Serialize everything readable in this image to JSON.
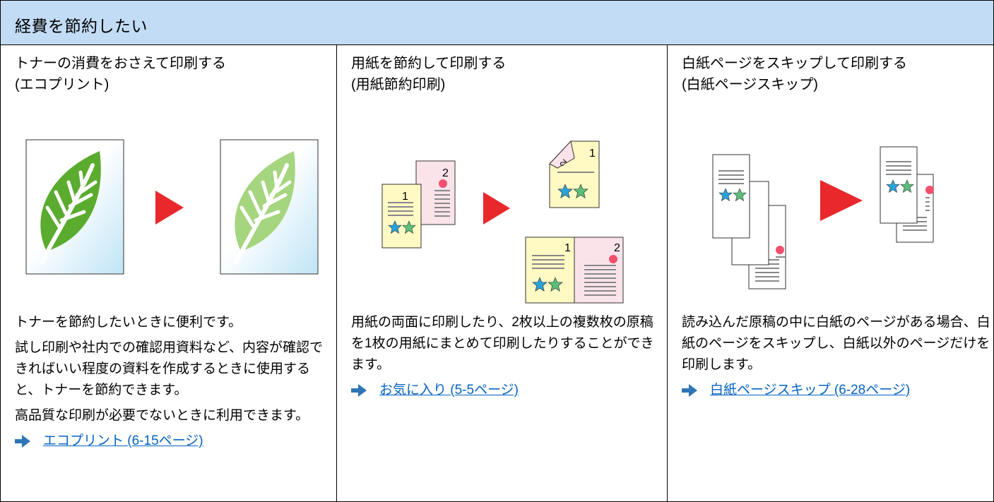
{
  "header": {
    "title": "経費を節約したい"
  },
  "columns": [
    {
      "title_line1": "トナーの消費をおさえて印刷する",
      "title_line2": "(エコプリント)",
      "paragraphs": [
        "トナーを節約したいときに便利です。",
        "試し印刷や社内での確認用資料など、内容が確認できればいい程度の資料を作成するときに使用すると、トナーを節約できます。",
        "高品質な印刷が必要でないときに利用できます。"
      ],
      "link": "エコプリント (6-15ページ)"
    },
    {
      "title_line1": "用紙を節約して印刷する",
      "title_line2": "(用紙節約印刷)",
      "paragraphs": [
        "用紙の両面に印刷したり、2枚以上の複数枚の原稿を1枚の用紙にまとめて印刷したりすることができます。"
      ],
      "link": "お気に入り (5-5ページ)",
      "page_labels": {
        "one": "1",
        "two": "2"
      }
    },
    {
      "title_line1": "白紙ページをスキップして印刷する",
      "title_line2": "(白紙ページスキップ)",
      "paragraphs": [
        "読み込んだ原稿の中に白紙のページがある場合、白紙のページをスキップし、白紙以外のページだけを印刷します。"
      ],
      "link": "白紙ページスキップ (6-28ページ)"
    }
  ],
  "colors": {
    "header_bg": "#c3dcf5",
    "arrow_red": "#e8282b",
    "link_blue": "#0563c1",
    "leaf_dark": "#5aab2e",
    "leaf_light": "#a6d57f",
    "paper_yellow": "#fff9c4",
    "paper_pink": "#fbe3ea",
    "dot_pink": "#f0506e",
    "star_blue": "#29a3d8",
    "star_green": "#5bbf7a"
  }
}
